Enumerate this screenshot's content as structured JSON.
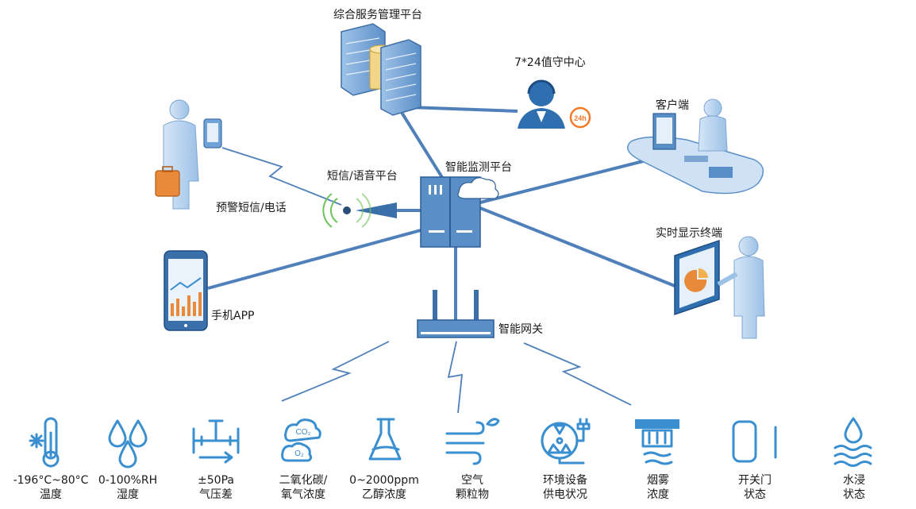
{
  "nodes": {
    "service_platform": "综合服务管理平台",
    "duty_center": "7*24值守中心",
    "client": "客户端",
    "sms_platform": "短信/语音平台",
    "monitor_platform": "智能监测平台",
    "alert_sms": "预警短信/电话",
    "realtime_terminal": "实时显示终端",
    "mobile_app": "手机APP",
    "gateway": "智能网关",
    "badge_24h": "24h"
  },
  "sensors": [
    {
      "line1": "-196°C~80°C",
      "line2": "温度",
      "icon": "thermometer-snow-icon"
    },
    {
      "line1": "0-100%RH",
      "line2": "湿度",
      "icon": "water-drops-icon"
    },
    {
      "line1": "±50Pa",
      "line2": "气压差",
      "icon": "pressure-pipe-icon"
    },
    {
      "line1": "二氧化碳/",
      "line2": "氧气浓度",
      "icon": "co2-o2-cloud-icon",
      "co2": "CO₂",
      "o2": "O₂"
    },
    {
      "line1": "0~2000ppm",
      "line2": "乙醇浓度",
      "icon": "flask-icon"
    },
    {
      "line1": "空气",
      "line2": "颗粒物",
      "icon": "wind-particles-icon"
    },
    {
      "line1": "环境设备",
      "line2": "供电状况",
      "icon": "power-plug-icon"
    },
    {
      "line1": "烟雾",
      "line2": "浓度",
      "icon": "smoke-detector-icon"
    },
    {
      "line1": "开关门",
      "line2": "状态",
      "icon": "door-switch-icon"
    },
    {
      "line1": "水浸",
      "line2": "状态",
      "icon": "water-leak-icon"
    }
  ],
  "colors": {
    "accent": "#3a8fd0",
    "line": "#4a7fb8",
    "orange": "#f07a2a"
  }
}
